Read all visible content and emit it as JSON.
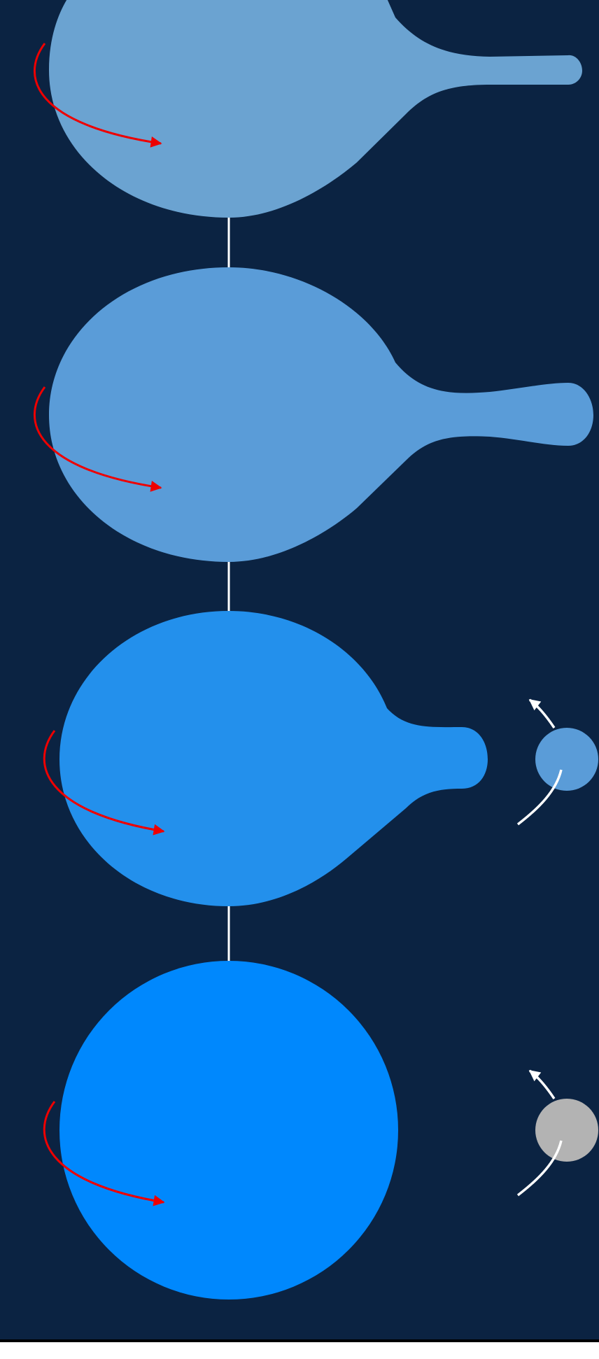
{
  "diagram": {
    "stages": [
      {
        "id": "stage-1",
        "shape": "droplet-long-tail",
        "color": "#6BA3D1",
        "has_moon": false
      },
      {
        "id": "stage-2",
        "shape": "droplet-bulb-tail",
        "color": "#5A9CD8",
        "has_moon": false
      },
      {
        "id": "stage-3",
        "shape": "droplet-short-tail",
        "color": "#2390EC",
        "has_moon": true,
        "moon_color": "#5A9CD8"
      },
      {
        "id": "stage-4",
        "shape": "sphere",
        "color": "#0088FD",
        "has_moon": true,
        "moon_color": "#B3B3B3"
      }
    ],
    "colors": {
      "background": "#0B2342",
      "rotation_arrow": "#EE0000",
      "connector": "#FFFFFF",
      "orbit_arrow": "#FFFFFF"
    }
  }
}
